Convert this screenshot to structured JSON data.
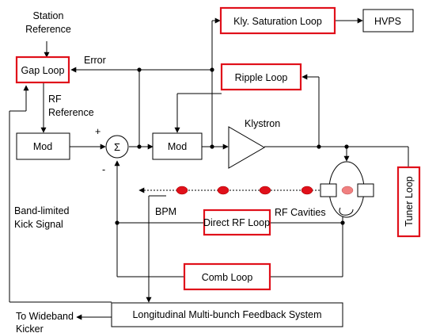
{
  "blocks": {
    "gap_loop": "Gap Loop",
    "kly_saturation_loop": "Kly. Saturation Loop",
    "hvps": "HVPS",
    "ripple_loop": "Ripple Loop",
    "mod_left": "Mod",
    "mod_center": "Mod",
    "direct_rf_loop": "Direct RF Loop",
    "comb_loop": "Comb Loop",
    "tuner_loop": "Tuner Loop",
    "feedback_system": "Longitudinal Multi-bunch Feedback System"
  },
  "labels": {
    "station_reference_1": "Station",
    "station_reference_2": "Reference",
    "error": "Error",
    "rf_reference_1": "RF",
    "rf_reference_2": "Reference",
    "plus": "+",
    "minus": "-",
    "sigma": "Σ",
    "klystron": "Klystron",
    "bpm": "BPM",
    "rf_cavities": "RF Cavities",
    "band_limited_1": "Band-limited",
    "band_limited_2": "Kick Signal",
    "to_wideband_1": "To Wideband",
    "to_wideband_2": "Kicker"
  },
  "colors": {
    "loop_border": "#e0101a",
    "bunch": "#e0101a",
    "bunch_in_cavity": "#f08080",
    "line": "#000000"
  }
}
